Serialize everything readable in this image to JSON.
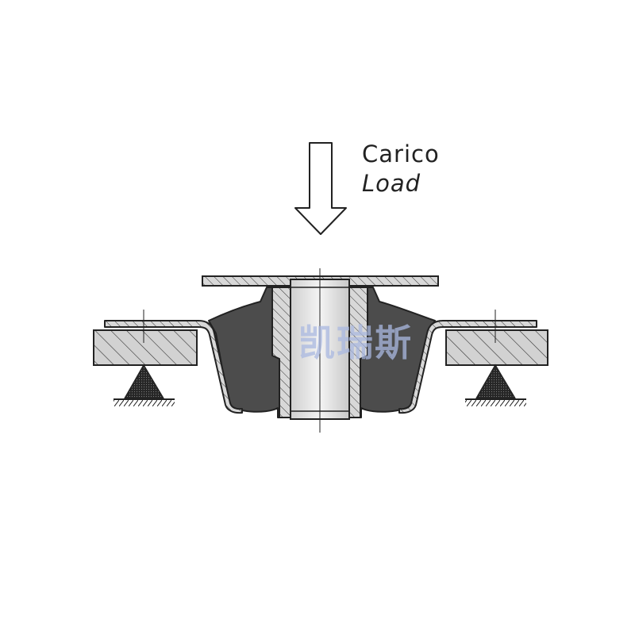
{
  "labels": {
    "italian": "Carico",
    "english": "Load"
  },
  "watermark": {
    "text": "凯瑞斯",
    "color": "#a9b8e0"
  },
  "colors": {
    "outline": "#222222",
    "section_fill": "#d2d2d2",
    "rubber": "#4c4c4c",
    "sleeve": "#e8e8e8"
  }
}
